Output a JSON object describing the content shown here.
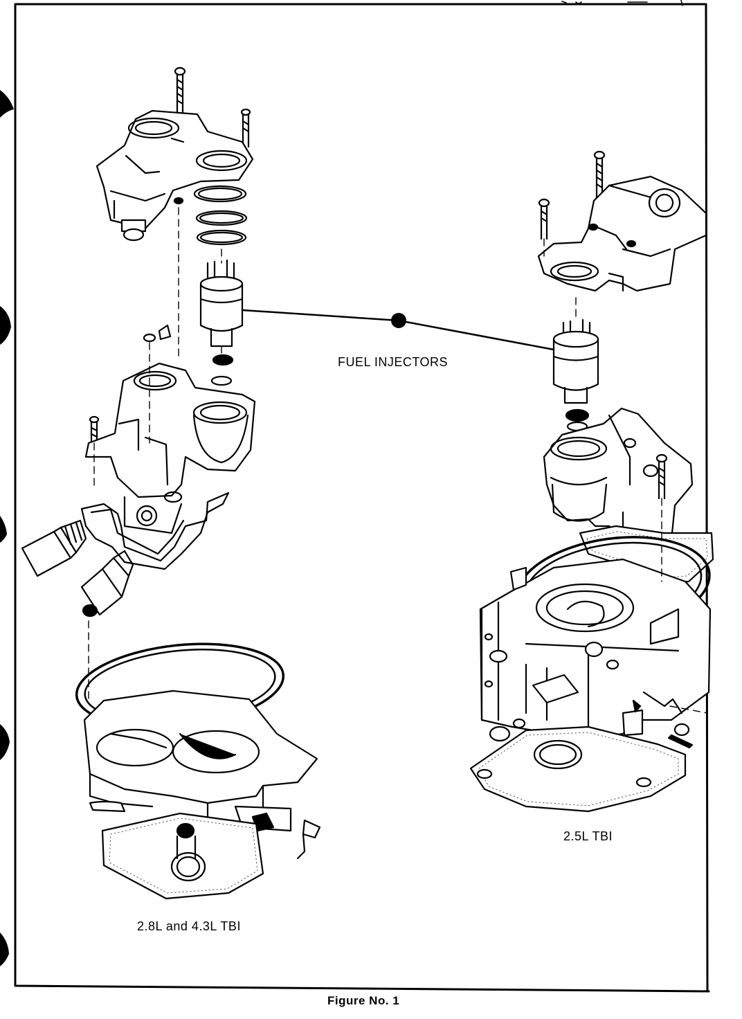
{
  "labels": {
    "fuel_injectors": "FUEL INJECTORS",
    "tbi_28_43": "2.8L and 4.3L TBI",
    "tbi_25": "2.5L TBI"
  },
  "caption": "Figure No. 1",
  "colors": {
    "ink": "#000000",
    "paper": "#ffffff",
    "speckle": "#555555"
  }
}
